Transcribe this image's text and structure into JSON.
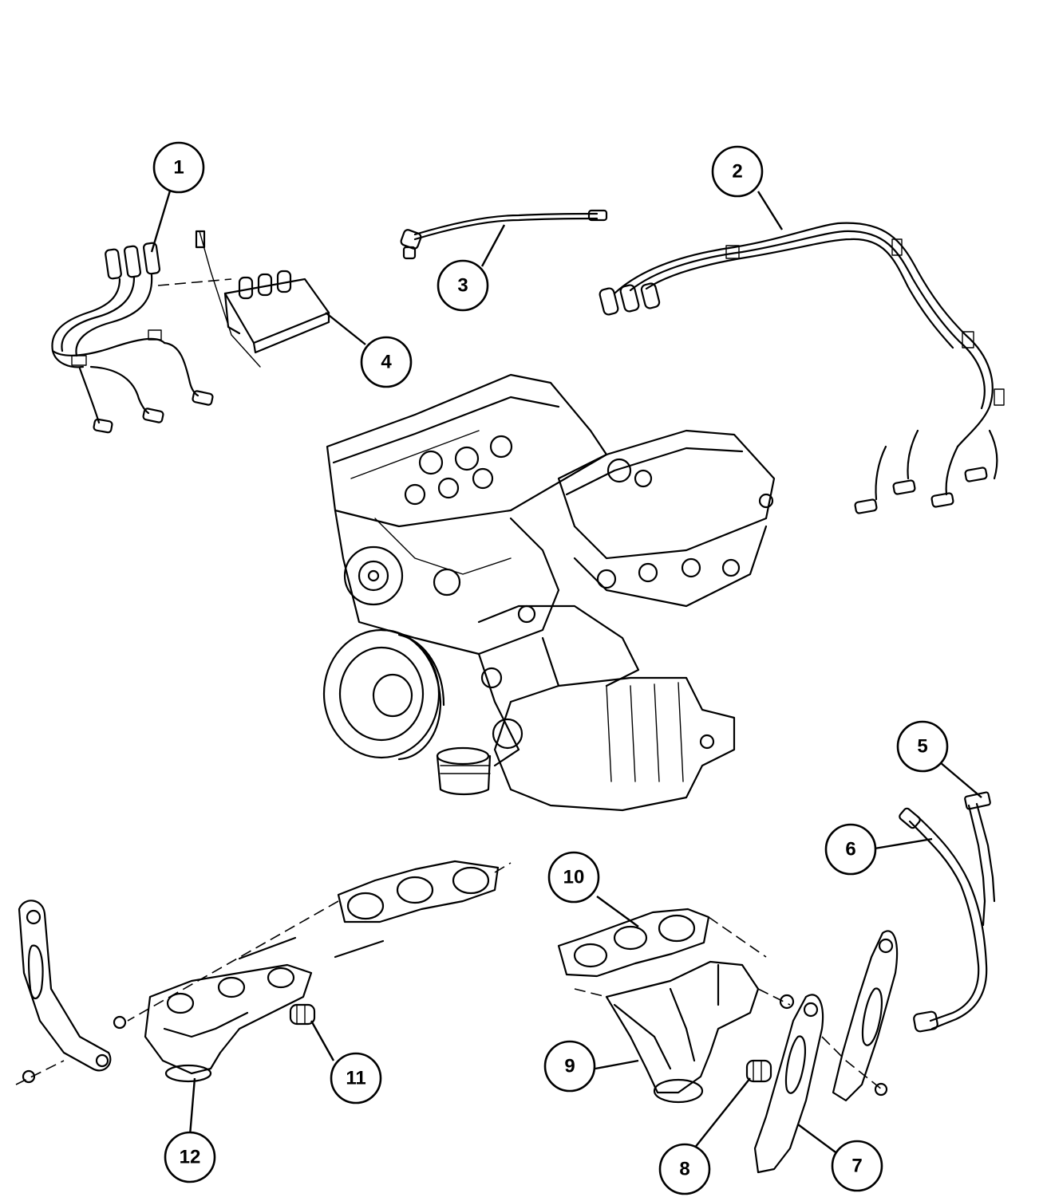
{
  "callouts": [
    {
      "id": "1",
      "label": "1"
    },
    {
      "id": "2",
      "label": "2"
    },
    {
      "id": "3",
      "label": "3"
    },
    {
      "id": "4",
      "label": "4"
    },
    {
      "id": "5",
      "label": "5"
    },
    {
      "id": "6",
      "label": "6"
    },
    {
      "id": "7",
      "label": "7"
    },
    {
      "id": "8",
      "label": "8"
    },
    {
      "id": "9",
      "label": "9"
    },
    {
      "id": "10",
      "label": "10"
    },
    {
      "id": "11",
      "label": "11"
    },
    {
      "id": "12",
      "label": "12"
    }
  ],
  "parts": [
    {
      "callout": "1",
      "icon": "ignition-wire-set-left-icon"
    },
    {
      "callout": "2",
      "icon": "ignition-wire-set-right-icon"
    },
    {
      "callout": "3",
      "icon": "ignition-coil-wire-icon"
    },
    {
      "callout": "4",
      "icon": "ignition-coil-pack-icon"
    },
    {
      "callout": "5",
      "icon": "oil-dipstick-icon"
    },
    {
      "callout": "6",
      "icon": "dipstick-tube-icon"
    },
    {
      "callout": "7",
      "icon": "heat-shield-bracket-icon"
    },
    {
      "callout": "8",
      "icon": "oxygen-sensor-plug-icon"
    },
    {
      "callout": "9",
      "icon": "exhaust-manifold-right-icon"
    },
    {
      "callout": "10",
      "icon": "manifold-gasket-right-icon"
    },
    {
      "callout": "11",
      "icon": "oxygen-sensor-plug-icon"
    },
    {
      "callout": "12",
      "icon": "exhaust-manifold-left-icon"
    }
  ]
}
